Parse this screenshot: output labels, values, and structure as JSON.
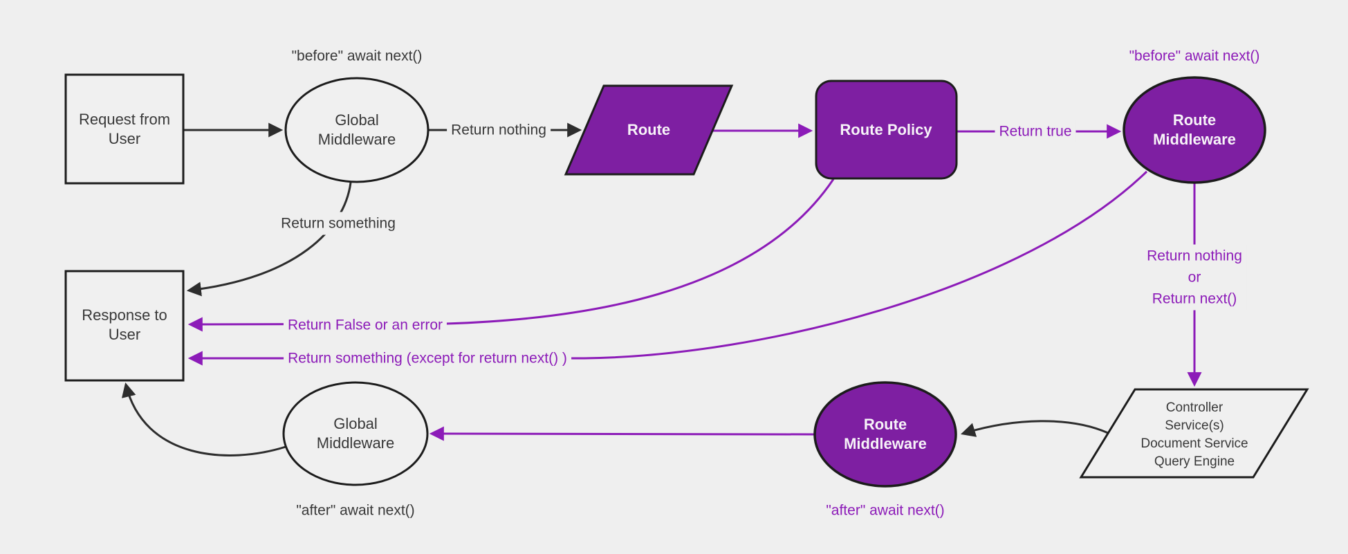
{
  "diagram_title": "Request and response lifecycle flowchart",
  "colors": {
    "background": "#efefef",
    "purple_fill": "#7e1fa2",
    "purple_line": "#8c1bb8",
    "black_line": "#2d2d2d",
    "shape_border": "#1c1c1c",
    "text_dark": "#383838",
    "text_light": "#f7f3f8"
  },
  "nodes": {
    "request": {
      "label": "Request from\nUser",
      "shape": "rectangle"
    },
    "global_middleware_top": {
      "label": "Global\nMiddleware",
      "shape": "ellipse"
    },
    "route": {
      "label": "Route",
      "shape": "parallelogram"
    },
    "route_policy": {
      "label": "Route Policy",
      "shape": "rounded-rectangle"
    },
    "route_middleware_top": {
      "label": "Route\nMiddleware",
      "shape": "ellipse"
    },
    "controller_services": {
      "label": "Controller\nService(s)\nDocument Service\nQuery Engine",
      "shape": "parallelogram"
    },
    "route_middleware_bottom": {
      "label": "Route\nMiddleware",
      "shape": "ellipse"
    },
    "global_middleware_bottom": {
      "label": "Global\nMiddleware",
      "shape": "ellipse"
    },
    "response": {
      "label": "Response to\nUser",
      "shape": "rectangle"
    }
  },
  "edge_labels": {
    "before_await_top": "\"before\" await next()",
    "return_nothing_top": "Return nothing",
    "return_true": "Return true",
    "before_await_right": "\"before\" await next()",
    "return_nothing_or_next": "Return nothing\nor\nReturn next()",
    "return_something": "Return something",
    "return_false_or_error": "Return False or an error",
    "return_something_except": "Return something (except for return next() )",
    "after_await_bottom_right": "\"after\" await next()",
    "after_await_bottom_left": "\"after\" await next()"
  }
}
